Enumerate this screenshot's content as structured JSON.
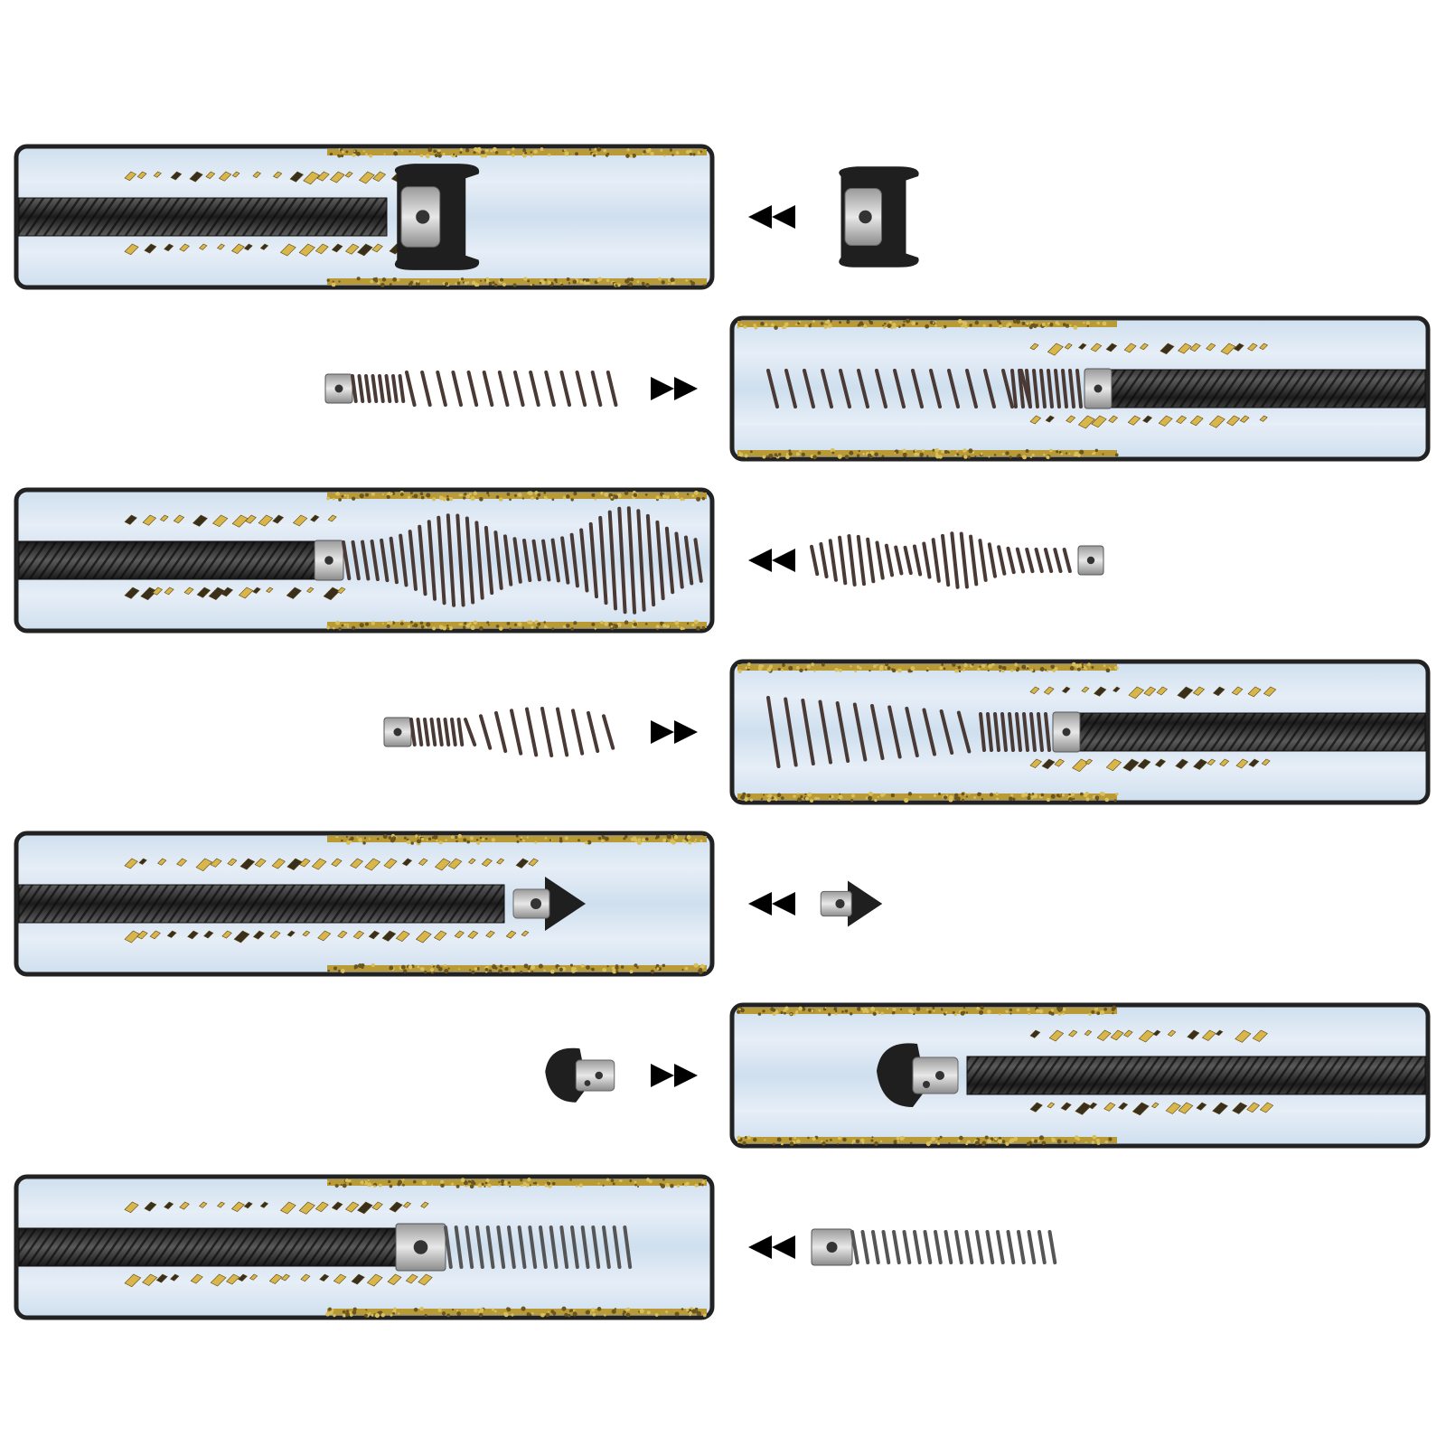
{
  "colors": {
    "background": "#ffffff",
    "pipe_water": "#cfdfee",
    "pipe_water_light": "#e6eef7",
    "pipe_border": "#222222",
    "debris_gold": "#b99a35",
    "debris_dark": "#6b5520",
    "cable_dark": "#2b2b2b",
    "cable_light": "#8a8a8a",
    "coil_brown": "#4a3a35",
    "steel": "#c9c9c9",
    "arrow": "#000000"
  },
  "panels": [
    {
      "id": "1",
      "side": "left",
      "tool": "cup-cutter",
      "tool_icon": "cup-cutter-icon",
      "arrow": "rewind"
    },
    {
      "id": "2",
      "side": "right",
      "tool": "straight-auger",
      "tool_icon": "straight-auger-icon",
      "arrow": "forward"
    },
    {
      "id": "3",
      "side": "left",
      "tool": "double-bulb-auger",
      "tool_icon": "double-bulb-auger-icon",
      "arrow": "rewind"
    },
    {
      "id": "4",
      "side": "right",
      "tool": "bulb-auger",
      "tool_icon": "bulb-auger-icon",
      "arrow": "forward"
    },
    {
      "id": "5",
      "side": "left",
      "tool": "spade-cutter",
      "tool_icon": "spade-cutter-icon",
      "arrow": "rewind"
    },
    {
      "id": "6",
      "side": "right",
      "tool": "grease-cutter",
      "tool_icon": "grease-cutter-icon",
      "arrow": "forward"
    },
    {
      "id": "7",
      "side": "left",
      "tool": "drop-head-auger",
      "tool_icon": "drop-head-auger-icon",
      "arrow": "rewind"
    }
  ]
}
